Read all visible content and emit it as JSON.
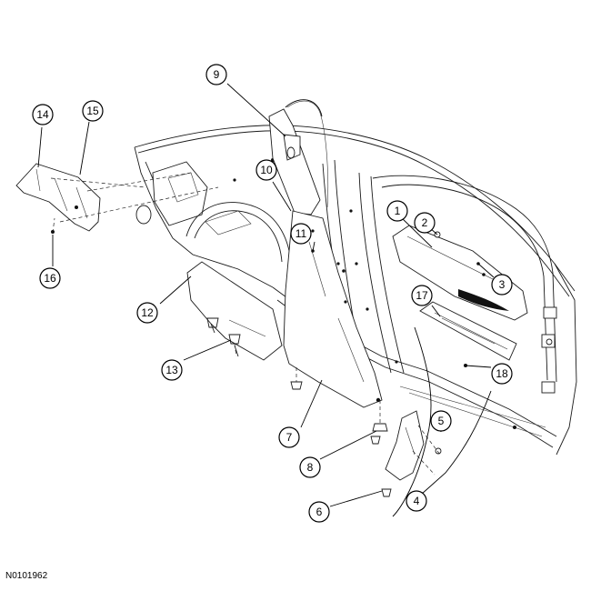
{
  "figure_code": "N0101962",
  "callouts": [
    {
      "id": "callout-1",
      "label": "1"
    },
    {
      "id": "callout-2",
      "label": "2"
    },
    {
      "id": "callout-3",
      "label": "3"
    },
    {
      "id": "callout-4",
      "label": "4"
    },
    {
      "id": "callout-5",
      "label": "5"
    },
    {
      "id": "callout-6",
      "label": "6"
    },
    {
      "id": "callout-7",
      "label": "7"
    },
    {
      "id": "callout-8",
      "label": "8"
    },
    {
      "id": "callout-9",
      "label": "9"
    },
    {
      "id": "callout-10",
      "label": "10"
    },
    {
      "id": "callout-11",
      "label": "11"
    },
    {
      "id": "callout-12",
      "label": "12"
    },
    {
      "id": "callout-13",
      "label": "13"
    },
    {
      "id": "callout-14",
      "label": "14"
    },
    {
      "id": "callout-15",
      "label": "15"
    },
    {
      "id": "callout-16",
      "label": "16"
    },
    {
      "id": "callout-17",
      "label": "17"
    },
    {
      "id": "callout-18",
      "label": "18"
    }
  ]
}
